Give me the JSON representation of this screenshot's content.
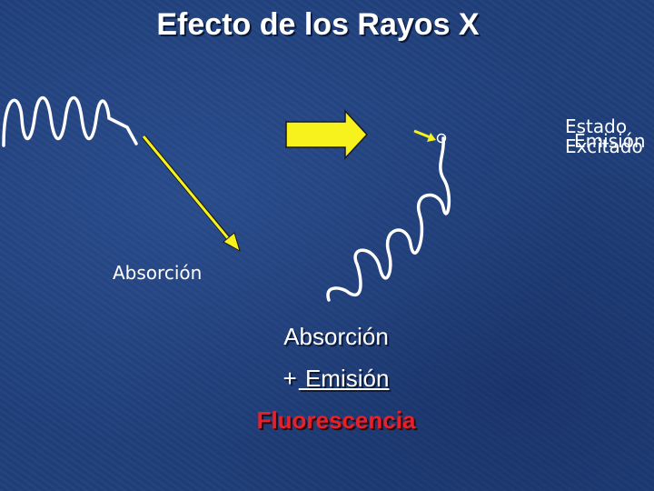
{
  "title": "Efecto de los Rayos X",
  "labels": {
    "absorcion_side": "Absorción",
    "estado_line1": "Estado",
    "estado_line2": "Excitado",
    "emision_top": "Emisión"
  },
  "summary": {
    "absorcion": "Absorción",
    "plus": "+",
    "emision": " Emisión",
    "fluorescencia": "Fluorescencia"
  },
  "colors": {
    "arrow": "#f7f21e",
    "fluorescencia": "#e8202a",
    "wave": "#ffffff"
  }
}
